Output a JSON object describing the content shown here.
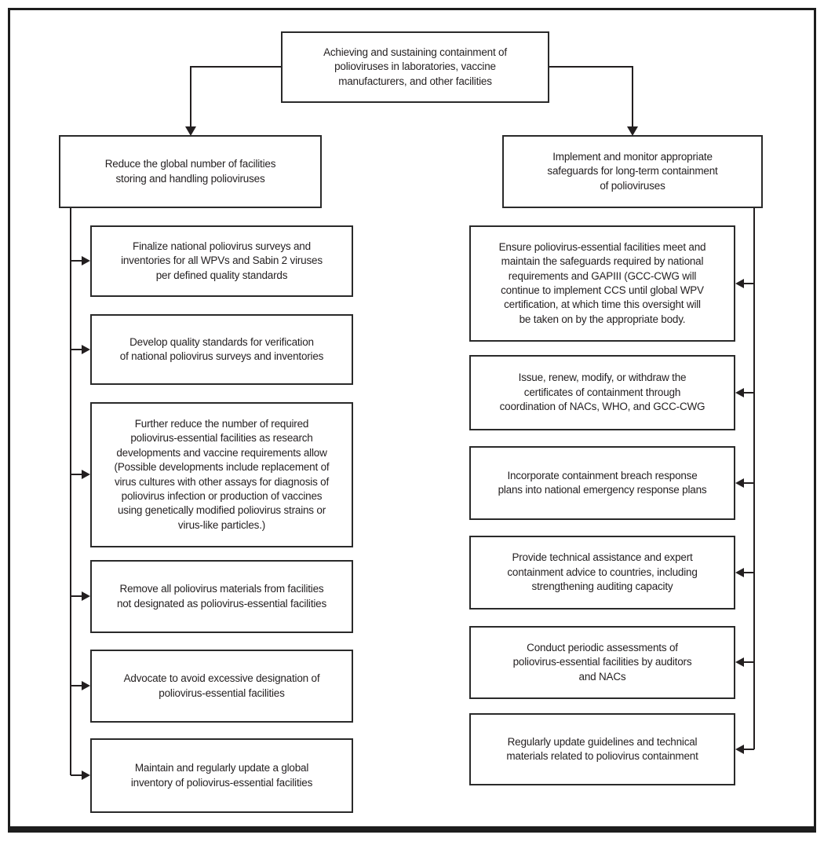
{
  "figure": {
    "root": "Achieving and sustaining containment of\npolioviruses in laboratories, vaccine\nmanufacturers, and other facilities",
    "left_branch": {
      "header": "Reduce the global number of facilities\nstoring and handling polioviruses",
      "items": [
        "Finalize national poliovirus surveys and\ninventories for all WPVs and Sabin 2 viruses\nper defined quality standards",
        "Develop quality standards for verification\nof national poliovirus surveys and inventories",
        "Further reduce the number of required\npoliovirus-essential facilities as research\ndevelopments and vaccine requirements allow\n(Possible developments include replacement of\nvirus cultures with other assays for diagnosis of\npoliovirus infection or production of vaccines\nusing genetically modified poliovirus strains or\nvirus-like particles.)",
        "Remove all poliovirus materials from facilities\nnot designated as poliovirus-essential facilities",
        "Advocate to avoid excessive designation of\npoliovirus-essential facilities",
        "Maintain and regularly update a global\ninventory of poliovirus-essential facilities"
      ]
    },
    "right_branch": {
      "header": "Implement and monitor appropriate\nsafeguards for long-term containment\nof polioviruses",
      "items": [
        "Ensure poliovirus-essential facilities meet and\nmaintain the safeguards required by national\nrequirements and GAPIII (GCC-CWG will\ncontinue to implement CCS until global WPV\ncertification, at which time this oversight will\nbe taken on by the appropriate body.",
        "Issue, renew, modify, or withdraw the\ncertificates of containment through\ncoordination of NACs, WHO, and GCC-CWG",
        "Incorporate containment breach response\nplans into national emergency response plans",
        "Provide technical assistance and expert\ncontainment advice to countries, including\nstrengthening auditing capacity",
        "Conduct periodic assessments of\npoliovirus-essential facilities by auditors\nand NACs",
        "Regularly update guidelines and technical\nmaterials related to poliovirus containment"
      ]
    }
  },
  "colors": {
    "line": "#231f20",
    "box_border": "#2a2a2a",
    "background": "#ffffff"
  }
}
